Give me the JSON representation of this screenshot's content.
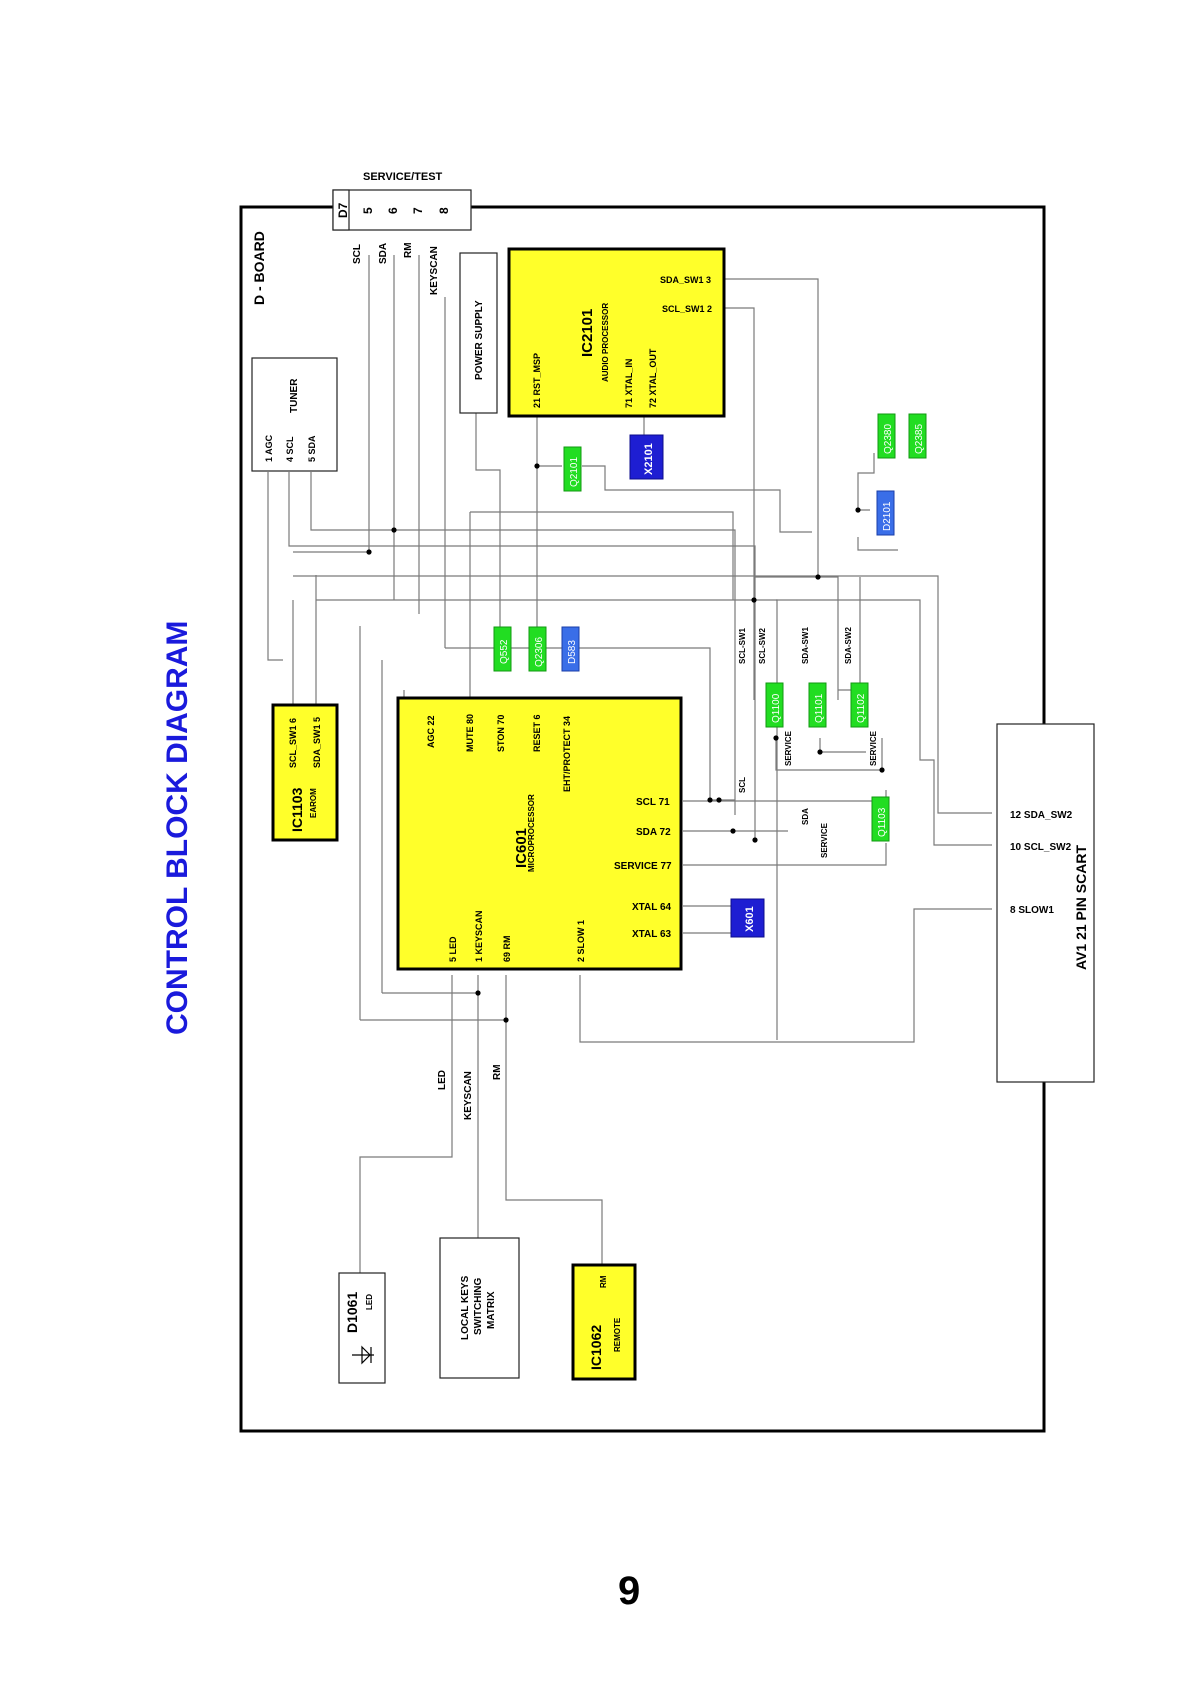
{
  "title": "CONTROL BLOCK DIAGRAM",
  "page_number": "9",
  "board_label": "D - BOARD",
  "service_test": {
    "caption": "SERVICE/TEST",
    "ref": "D7",
    "pins": [
      "5",
      "6",
      "7",
      "8"
    ],
    "signals": [
      "SCL",
      "SDA",
      "RM",
      "KEYSCAN"
    ]
  },
  "power_supply": "POWER SUPPLY",
  "tuner": {
    "name": "TUNER",
    "pins": [
      "1 AGC",
      "4 SCL",
      "5 SDA"
    ]
  },
  "ic2101": {
    "ref": "IC2101",
    "desc": "AUDIO PROCESSOR",
    "pins": [
      "21 RST_MSP",
      "71 XTAL_IN",
      "72 XTAL_OUT",
      "SDA_SW1 3",
      "SCL_SW1 2"
    ]
  },
  "ic601": {
    "ref": "IC601",
    "desc": "MICROPROCESSOR",
    "pins_top": [
      "AGC 22",
      "MUTE 80",
      "STON 70",
      "RESET 6",
      "EHT/PROTECT 34"
    ],
    "pins_right": [
      "SCL 71",
      "SDA 72",
      "SERVICE 77",
      "XTAL 64",
      "XTAL 63"
    ],
    "pins_bottom": [
      "5 LED",
      "1 KEYSCAN",
      "69 RM",
      "2 SLOW 1"
    ]
  },
  "ic1103": {
    "ref": "IC1103",
    "desc": "EAROM",
    "pins": [
      "SCL_SW1 6",
      "SDA_SW1 5"
    ]
  },
  "ic1062": {
    "ref": "IC1062",
    "desc": "REMOTE",
    "pin": "RM"
  },
  "d1061": {
    "ref": "D1061",
    "desc": "LED"
  },
  "local_keys": [
    "LOCAL KEYS",
    "SWITCHING",
    "MATRIX"
  ],
  "scart": {
    "name": "AV1 21 PIN SCART",
    "pins": [
      "12 SDA_SW2",
      "10 SCL_SW2",
      "8 SLOW1"
    ]
  },
  "components": {
    "q2101": "Q2101",
    "x2101": "X2101",
    "q2380": "Q2380",
    "q2385": "Q2385",
    "d2101": "D2101",
    "q552": "Q552",
    "q2306": "Q2306",
    "d583": "D583",
    "q1100": "Q1100",
    "q1101": "Q1101",
    "q1102": "Q1102",
    "q1103": "Q1103",
    "x601": "X601"
  },
  "net_labels": {
    "scl_sw1": "SCL-SW1",
    "scl_sw2": "SCL-SW2",
    "sda_sw1": "SDA-SW1",
    "sda_sw2": "SDA-SW2",
    "scl": "SCL",
    "sda": "SDA",
    "service_a": "SERVICE",
    "service_b": "SERVICE",
    "service_c": "SERVICE",
    "led": "LED",
    "keyscan": "KEYSCAN",
    "rm": "RM"
  },
  "colors": {
    "ic_fill": "#ffff2a",
    "transistor_fill": "#22dd22",
    "crystal_fill": "#1e1ed2",
    "diode_fill": "#3a6ee8",
    "title_color": "#1a1adc"
  }
}
